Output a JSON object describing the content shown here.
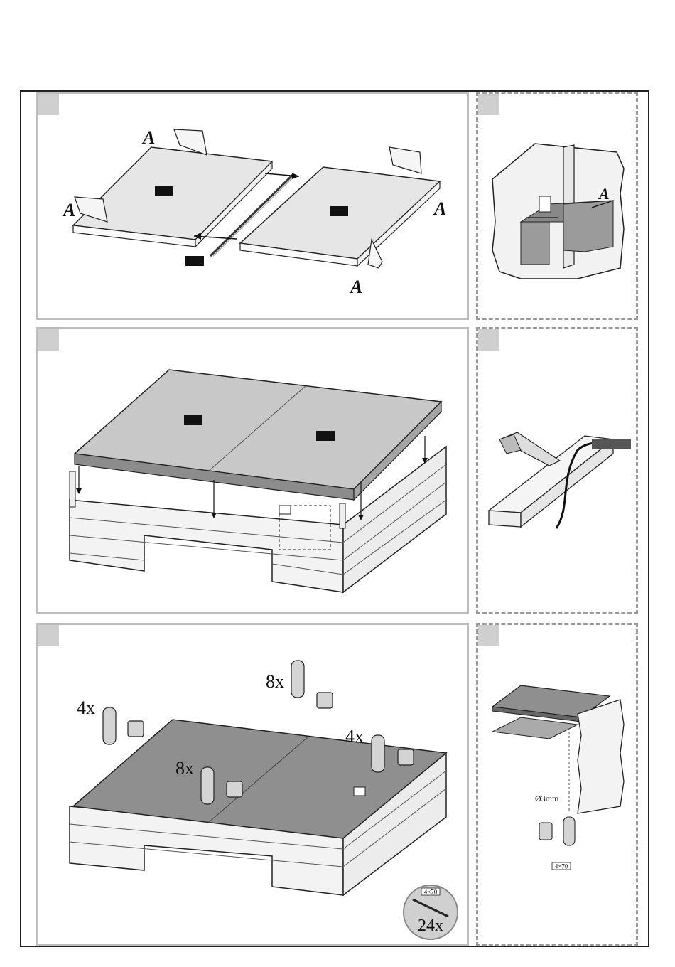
{
  "panels": {
    "step1": {
      "marker_a": "A"
    },
    "step1_detail": {
      "marker_a": "A"
    },
    "step3": {
      "qty_left": "4x",
      "qty_top": "8x",
      "qty_right": "4x",
      "qty_center": "8x",
      "screw_size": "4×70",
      "screw_count": "24x"
    },
    "step3_detail": {
      "drill_diameter": "Ø3mm",
      "screw_size": "4×70"
    }
  },
  "colors": {
    "panel_gray": "#c8c8c8",
    "dark_gray": "#8c8c8c",
    "block_gray": "#9b9b9b",
    "tab_gray": "#cfcfcf"
  }
}
